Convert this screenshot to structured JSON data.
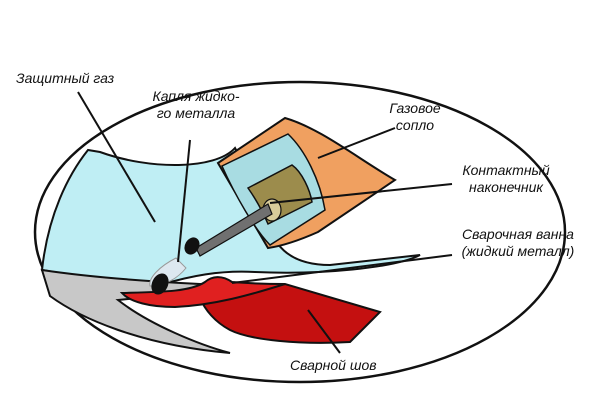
{
  "labels": {
    "shielding_gas": "Защитный газ",
    "droplet_line1": "Капля жидко-",
    "droplet_line2": "го металла",
    "nozzle_line1": "Газовое",
    "nozzle_line2": "сопло",
    "tip_line1": "Контактный",
    "tip_line2": "наконечник",
    "pool_line1": "Сварочная ванна",
    "pool_line2": "(жидкий металл)",
    "seam": "Сварной шов"
  },
  "colors": {
    "gas": "#bfeef4",
    "base_metal": "#c8c8c8",
    "weld_pool": "#e02020",
    "weld_seam": "#c41010",
    "nozzle": "#f0a060",
    "nozzle_inner": "#a8dce2",
    "contact_tip": "#9c8c4c",
    "wire": "#707070",
    "droplet": "#111111",
    "outline": "#222222"
  }
}
